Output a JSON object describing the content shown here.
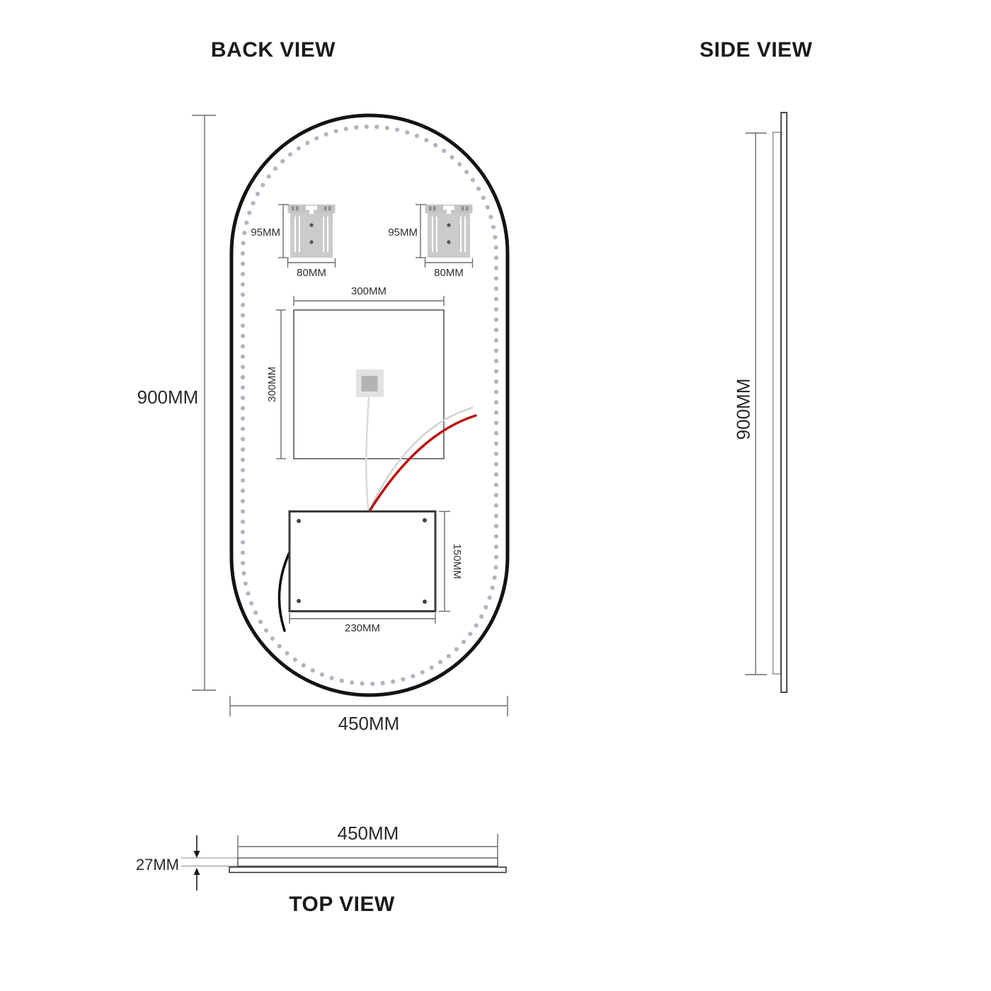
{
  "back_view": {
    "title": "BACK VIEW",
    "height_label": "900MM",
    "width_label": "450MM",
    "brackets": [
      {
        "height_label": "95MM",
        "width_label": "80MM"
      },
      {
        "height_label": "95MM",
        "width_label": "80MM"
      }
    ],
    "junction_box": {
      "top_label": "300MM",
      "side_label": "300MM"
    },
    "driver_box": {
      "side_label": "150MM",
      "bottom_label": "230MM"
    }
  },
  "side_view": {
    "title": "SIDE VIEW",
    "height_label": "900MM"
  },
  "top_view": {
    "title": "TOP VIEW",
    "width_label": "450MM",
    "thickness_label": "27MM"
  },
  "colors": {
    "led_dot": "#b2b5c1",
    "red_wire": "#bb1111",
    "gray_wire": "#d2d2d2",
    "black_wire": "#0a0a0a",
    "outline": "#131313",
    "bracket_fill": "#c9c9c9"
  }
}
